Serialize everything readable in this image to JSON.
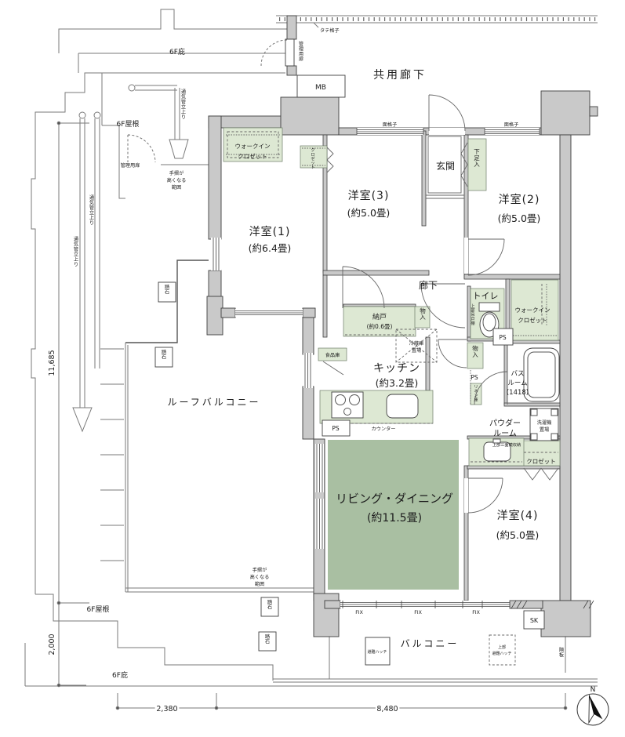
{
  "plan_type": "apartment-floor-plan",
  "labels": {
    "hisashi_top": "6F庇",
    "yane_top": "6F屋根",
    "yane_bottom": "6F屋根",
    "hisashi_bottom": "6F庇",
    "common_corridor": "共用廊下",
    "tate_koshi": "タテ格子",
    "kanri_door": "管理用扉",
    "mb": "MB",
    "menkoshi": "面格子",
    "tesuri_a": "手摺が",
    "tesuri_b": "高くなる",
    "tesuri_c": "範囲",
    "vent_pipe": "通気管立上り",
    "wic_line1": "ウォークイン",
    "wic_line2": "クロゼット",
    "closet": "クロゼット",
    "room1_name": "洋室(1)",
    "room1_size": "(約6.4畳)",
    "room2_name": "洋室(2)",
    "room2_size": "(約5.0畳)",
    "room3_name": "洋室(3)",
    "room3_size": "(約5.0畳)",
    "room4_name": "洋室(4)",
    "room4_size": "(約5.0畳)",
    "genkan": "玄関",
    "shoe_box": "下足入",
    "corridor": "廊下",
    "toilet": "トイレ",
    "upper_cabinet": "上部吊戸棚",
    "ps": "PS",
    "monoire": "物入",
    "linen": "リネン庫",
    "nando_name": "納戸",
    "nando_size": "(約0.6畳)",
    "fridge_1": "冷蔵庫",
    "fridge_2": "置場",
    "kitchen_name": "キッチン",
    "kitchen_size": "(約3.2畳)",
    "pantry": "食品庫",
    "counter": "カウンター",
    "bath_1": "バス",
    "bath_2": "ルーム",
    "bath_3": "(1418)",
    "powder_1": "パウダー",
    "powder_2": "ルーム",
    "mirror_note": "上部三面鏡収納",
    "washer_1": "洗濯機",
    "washer_2": "置場",
    "living_name": "リビング・ダイニング",
    "living_size": "(約11.5畳)",
    "roof_balcony": "ルーフバルコニー",
    "balcony": "バルコニー",
    "fumiishi": "踏石",
    "fix": "FIX",
    "hatch": "避難ハッチ",
    "hatch_upper": "上部",
    "sk": "SK",
    "kakuban": "隔板",
    "north": "N"
  },
  "dimensions": {
    "left_total": "11,685",
    "left_lower": "2,000",
    "bottom_left": "2,380",
    "bottom_right": "8,480"
  },
  "colors": {
    "wall_gray": "#c9c9c9",
    "accent_green": "#a9bfa2",
    "light_green": "#dde8d3",
    "line": "#555555"
  }
}
